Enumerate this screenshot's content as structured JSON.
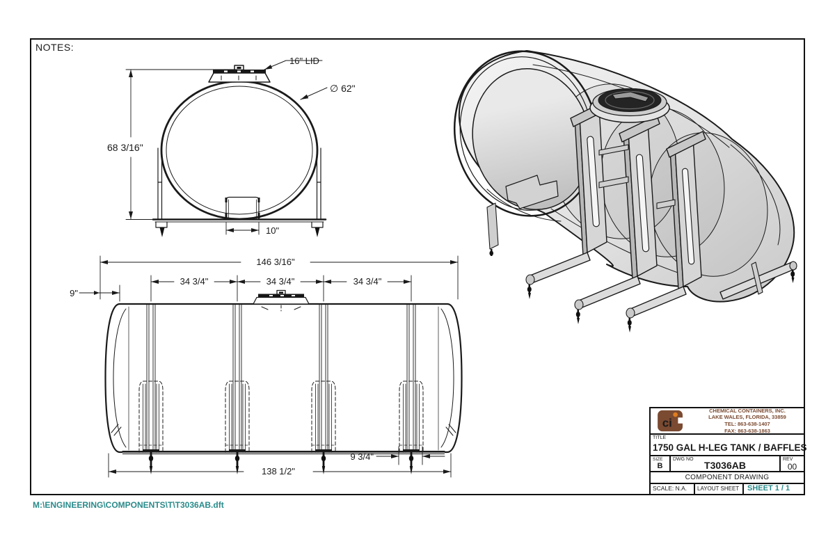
{
  "page": {
    "notes": "NOTES:"
  },
  "footer": {
    "file_path": "M:\\ENGINEERING\\COMPONENTS\\T\\T3036AB.dft"
  },
  "front_view": {
    "lid_label": "16\" LID",
    "diameter": "∅ 62\"",
    "height": "68 3/16\"",
    "sump_width": "10\""
  },
  "side_view": {
    "overall_length": "146 3/16\"",
    "spacing": [
      "34 3/4\"",
      "34 3/4\"",
      "34 3/4\""
    ],
    "end_offset": "9\"",
    "leg_width": "9 3/4\"",
    "base_length": "138 1/2\""
  },
  "title_block": {
    "company": {
      "name": "CHEMICAL CONTAINERS, INC.",
      "address": "LAKE WALES, FLORIDA, 33859",
      "tel": "TEL: 863-638-1407",
      "fax": "FAX: 863-638-1863"
    },
    "title_label": "TITLE",
    "title": "1750 GAL H-LEG TANK / BAFFLES",
    "size_label": "SIZE",
    "size": "B",
    "dwg_no_label": "DWG NO",
    "dwg_no": "T3036AB",
    "rev_label": "REV",
    "rev": "00",
    "drawing_type": "COMPONENT DRAWING",
    "scale": "SCALE: N.A.",
    "layout_sheet": "LAYOUT SHEET",
    "sheet": "SHEET 1 / 1"
  },
  "colors": {
    "line": "#1a1a1a",
    "accent_teal": "#2a8a8a",
    "logo_brown": "#7a4a31",
    "logo_orange": "#e07d1f"
  }
}
